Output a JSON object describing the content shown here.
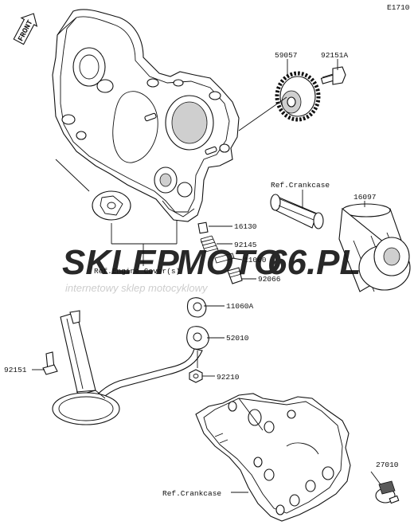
{
  "diagram_code": "E1710",
  "front_label": "FRONT",
  "watermark": {
    "brand_left": "SKLEP",
    "brand_middle": "MOTO",
    "brand_right": "66.PL",
    "tagline": "internetowy sklep motocyklowy"
  },
  "labels": {
    "p59057": "59057",
    "p92151A": "92151A",
    "ref_crankcase_top": "Ref.Crankcase",
    "p16097": "16097",
    "p16130": "16130",
    "p92145": "92145",
    "p11060": "11060",
    "p92066": "92066",
    "ref_engine_cover": "Ref.Engine Cover(s)",
    "p11060A": "11060A",
    "p52010": "52010",
    "p92151": "92151",
    "p92210": "92210",
    "p27010": "27010",
    "ref_crankcase_bottom": "Ref.Crankcase"
  },
  "colors": {
    "line": "#111111",
    "watermark_grey": "#cfcfcf",
    "watermark_red": "#e8a3a3"
  }
}
